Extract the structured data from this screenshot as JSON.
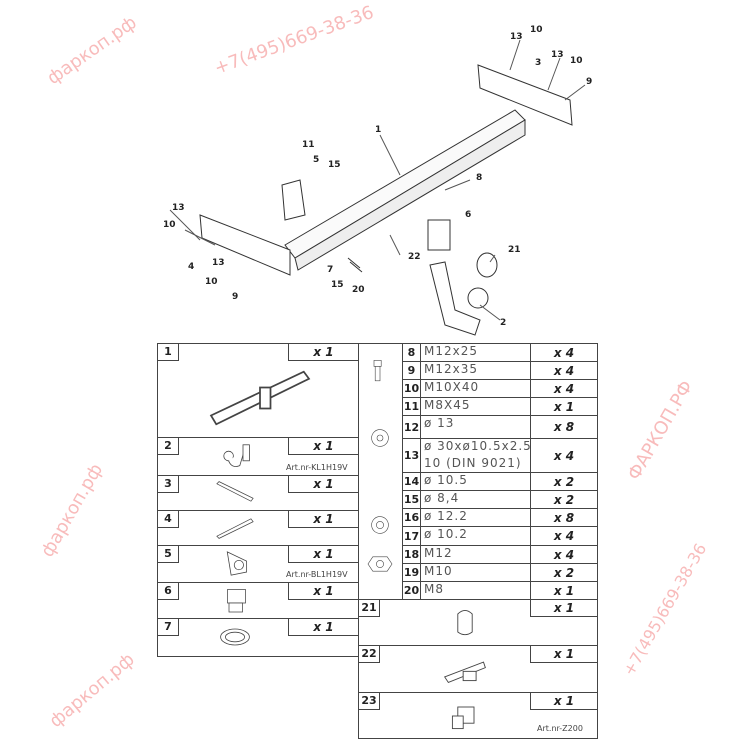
{
  "callouts": [
    "13",
    "10",
    "13",
    "3",
    "10",
    "9",
    "1",
    "11",
    "5",
    "15",
    "8",
    "13",
    "10",
    "6",
    "21",
    "4",
    "13",
    "10",
    "9",
    "7",
    "15",
    "20",
    "22",
    "2"
  ],
  "left_parts": [
    {
      "num": "1",
      "qty": "x 1",
      "art": ""
    },
    {
      "num": "2",
      "qty": "x 1",
      "art": "Art.nr-KL1H19V"
    },
    {
      "num": "3",
      "qty": "x 1",
      "art": ""
    },
    {
      "num": "4",
      "qty": "x 1",
      "art": ""
    },
    {
      "num": "5",
      "qty": "x 1",
      "art": "Art.nr-BL1H19V"
    },
    {
      "num": "6",
      "qty": "x 1",
      "art": ""
    },
    {
      "num": "7",
      "qty": "x 1",
      "art": ""
    }
  ],
  "hardware": [
    {
      "num": "8",
      "desc": "M12x25",
      "qty": "x 4"
    },
    {
      "num": "9",
      "desc": "M12x35",
      "qty": "x 4"
    },
    {
      "num": "10",
      "desc": "M10X40",
      "qty": "x 4"
    },
    {
      "num": "11",
      "desc": "M8X45",
      "qty": "x 1"
    },
    {
      "num": "12",
      "desc": "ø 13",
      "qty": "x 8"
    },
    {
      "num": "13",
      "desc": "ø 30xø10.5x2.5",
      "desc2": "10   (DIN 9021)",
      "qty": "x 4"
    },
    {
      "num": "14",
      "desc": "ø 10.5",
      "qty": "x 2"
    },
    {
      "num": "15",
      "desc": "ø 8,4",
      "qty": "x 2"
    },
    {
      "num": "16",
      "desc": "ø 12.2",
      "qty": "x 8"
    },
    {
      "num": "17",
      "desc": "ø 10.2",
      "qty": "x 4"
    },
    {
      "num": "18",
      "desc": "M12",
      "qty": "x 4"
    },
    {
      "num": "19",
      "desc": "M10",
      "qty": "x 2"
    },
    {
      "num": "20",
      "desc": "M8",
      "qty": "x 1"
    }
  ],
  "extra_parts": [
    {
      "num": "21",
      "qty": "x 1",
      "art": ""
    },
    {
      "num": "22",
      "qty": "x 1",
      "art": ""
    },
    {
      "num": "23",
      "qty": "x 1",
      "art": "Art.nr-Z200"
    }
  ],
  "watermark": {
    "site": "фаркоп.рф",
    "site_caps": "ФАРКОП.РФ",
    "phone": "+7(495)669-38-36",
    "color": "#eb3c3c"
  }
}
